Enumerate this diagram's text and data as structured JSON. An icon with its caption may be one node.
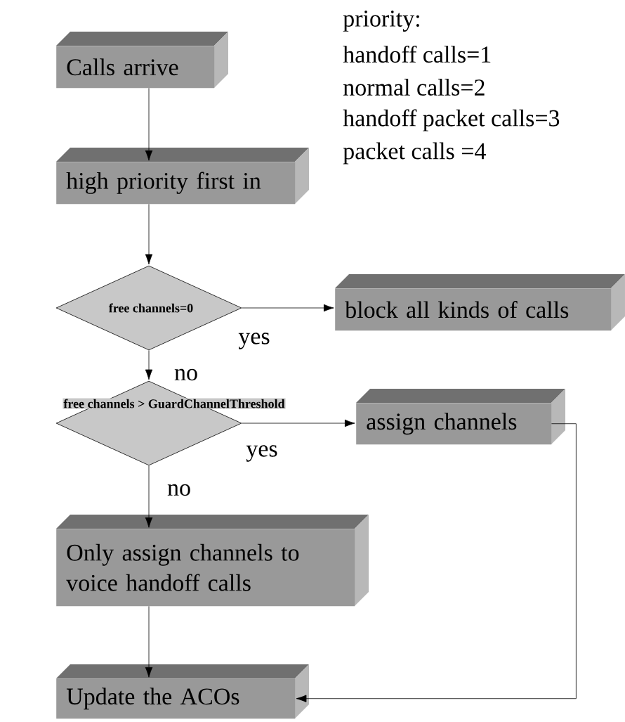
{
  "diagram": {
    "nodes": [
      {
        "text": [
          "Calls arrive"
        ]
      },
      {
        "text": [
          "high priority first in"
        ]
      },
      {
        "text": [
          "free channels=0"
        ]
      },
      {
        "text": [
          "block all kinds of calls"
        ]
      },
      {
        "text": [
          "free channels > GuardChannelThreshold"
        ]
      },
      {
        "text": [
          "assign channels"
        ]
      },
      {
        "text": [
          "Only assign channels to voice handoff calls"
        ]
      },
      {
        "text": [
          "Update the ACOs"
        ]
      }
    ],
    "edges": [
      {
        "from": 0,
        "to": 1,
        "arrow": "to"
      },
      {
        "from": 1,
        "to": 2,
        "arrow": "to"
      },
      {
        "from": 2,
        "to": 3,
        "arrow": "to",
        "label": "yes"
      },
      {
        "from": 2,
        "to": 4,
        "arrow": "to",
        "label": "no"
      },
      {
        "from": 4,
        "to": 5,
        "arrow": "to",
        "label": "yes"
      },
      {
        "from": 4,
        "to": 6,
        "arrow": "to",
        "label": "no"
      },
      {
        "from": 6,
        "to": 7,
        "arrow": "to"
      },
      {
        "from": 5,
        "to": 7,
        "arrow": "to"
      }
    ],
    "labels": [
      "priority:",
      "handoff calls=1",
      "normal calls=2",
      "handoff packet calls=3",
      "packet calls =4"
    ]
  }
}
